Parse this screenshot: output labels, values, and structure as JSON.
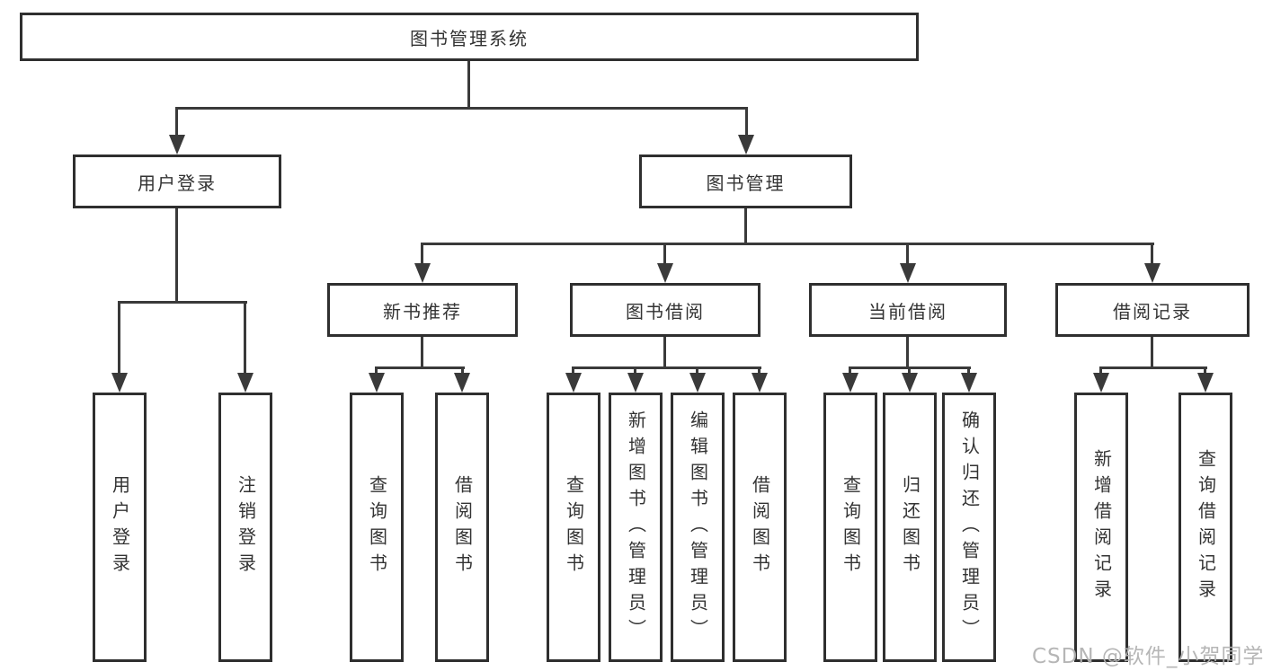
{
  "tree": {
    "root": {
      "label": "图书管理系统"
    },
    "level2": [
      {
        "label": "用户登录"
      },
      {
        "label": "图书管理"
      }
    ],
    "level3": [
      {
        "label": "新书推荐"
      },
      {
        "label": "图书借阅"
      },
      {
        "label": "当前借阅"
      },
      {
        "label": "借阅记录"
      }
    ],
    "children": {
      "user_login": [
        "用户登录",
        "注销登录"
      ],
      "new_book_recommend": [
        "查询图书",
        "借阅图书"
      ],
      "book_borrowing": [
        "查询图书",
        "新增图书（管理员）",
        "编辑图书（管理员）",
        "借阅图书"
      ],
      "current_borrowing": [
        "查询图书",
        "归还图书",
        "确认归还（管理员）"
      ],
      "borrowing_records": [
        "新增借阅记录",
        "查询借阅记录"
      ]
    }
  },
  "watermark": {
    "text": "CSDN @软件_小贺同学"
  },
  "colors": {
    "line": "#3a3a3a",
    "box_border": "#2f2f2f",
    "text": "#333333",
    "watermark": "#b2b2b2",
    "background": "#ffffff"
  }
}
